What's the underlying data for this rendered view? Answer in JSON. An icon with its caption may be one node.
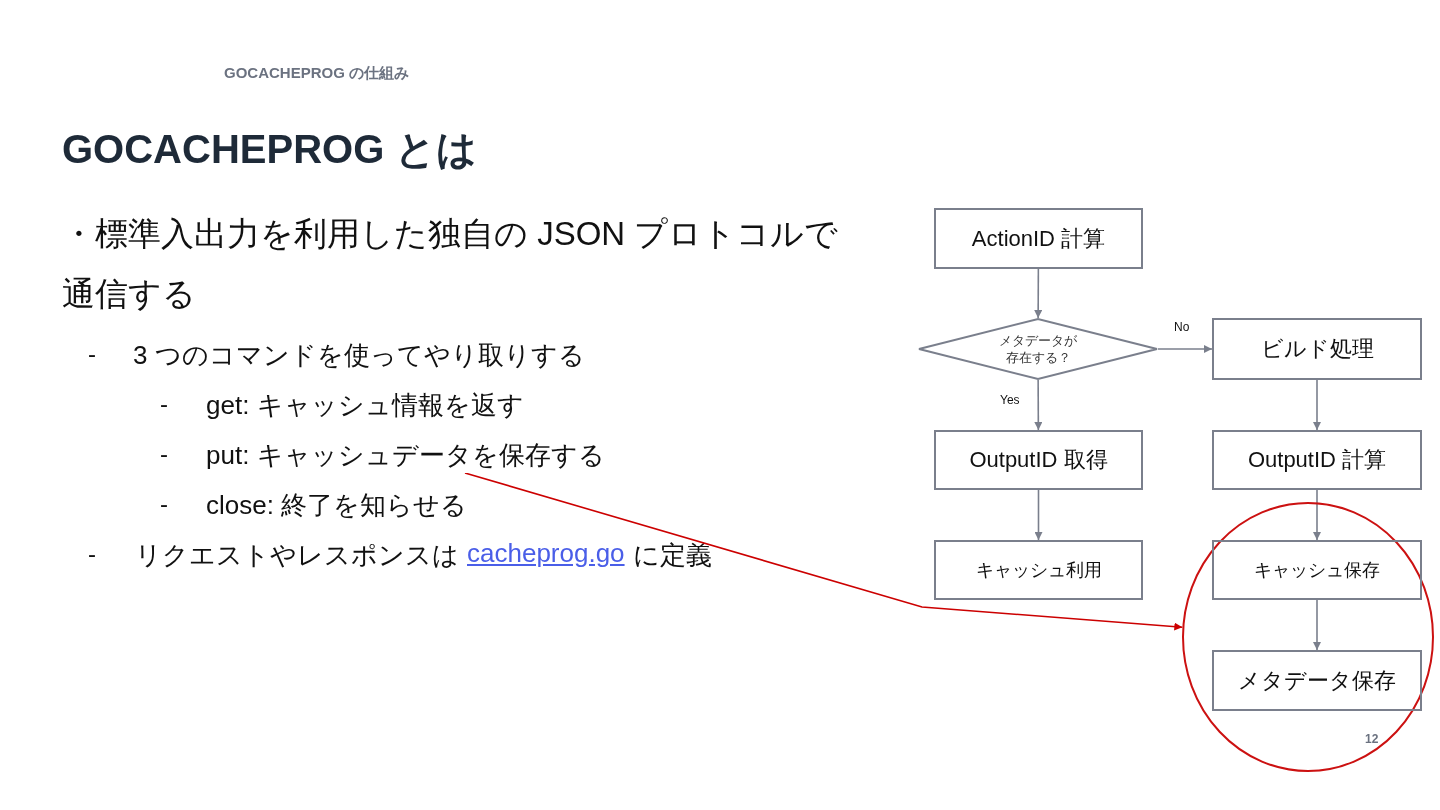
{
  "diagram": {
    "title": "GOCACHEPROG とは",
    "nodes": [
      {
        "text": [
          "ActionID 計算"
        ]
      },
      {
        "text": [
          "メタデータが存在する？"
        ]
      },
      {
        "text": [
          "ビルド処理"
        ]
      },
      {
        "text": [
          "OutputID 取得"
        ]
      },
      {
        "text": [
          "OutputID 計算"
        ]
      },
      {
        "text": [
          "キャッシュ利用"
        ]
      },
      {
        "text": [],
        "shape": "circle"
      },
      {
        "text": [
          "キャッシュ保存"
        ],
        "in": 6
      },
      {
        "text": [
          "メタデータ保存"
        ],
        "in": 6
      },
      {
        "text": [
          "put: キャッシュデータを保存する"
        ]
      }
    ],
    "edges": [
      {
        "from": 0,
        "to": 1,
        "arrow": "to"
      },
      {
        "from": 1,
        "to": 2,
        "arrow": "to",
        "label": "No"
      },
      {
        "from": 1,
        "to": 3,
        "arrow": "to",
        "label": "Yes"
      },
      {
        "from": 2,
        "to": 4,
        "arrow": "to"
      },
      {
        "from": 3,
        "to": 5,
        "arrow": "to"
      },
      {
        "from": 4,
        "to": 7,
        "arrow": "to"
      },
      {
        "from": 7,
        "to": 8,
        "arrow": "to"
      },
      {
        "from": 9,
        "to": 6,
        "arrow": "to",
        "color": "#cc0000"
      }
    ],
    "labels": [
      "GOCACHEPROG の仕組み",
      "・標準入出力を利用した独自の JSON プロトコルで通信する",
      "-",
      "3 つのコマンドを使ってやり取りする",
      "-",
      "get: キャッシュ情報を返す",
      "-",
      "-",
      "close: 終了を知らせる",
      "-",
      "リクエストやレスポンスは",
      "cacheprog.go",
      "に定義",
      "12"
    ]
  }
}
